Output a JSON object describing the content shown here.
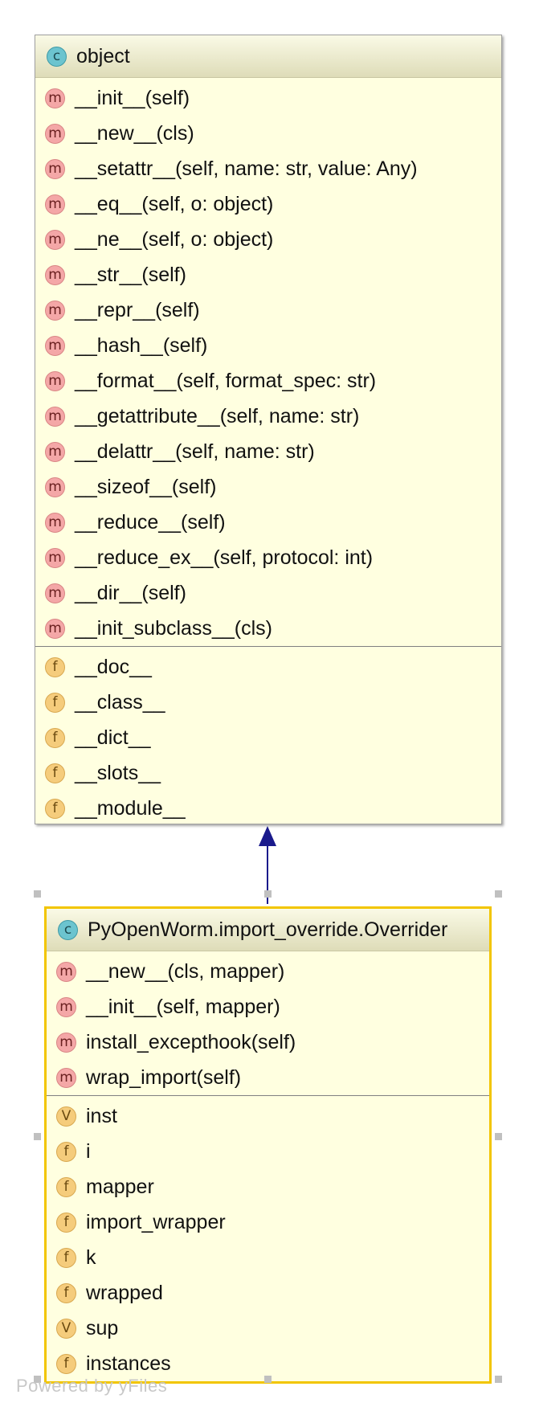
{
  "diagram": {
    "classes": [
      {
        "name": "object",
        "kind": "C",
        "methods": [
          "__init__(self)",
          "__new__(cls)",
          "__setattr__(self, name: str, value: Any)",
          "__eq__(self, o: object)",
          "__ne__(self, o: object)",
          "__str__(self)",
          "__repr__(self)",
          "__hash__(self)",
          "__format__(self, format_spec: str)",
          "__getattribute__(self, name: str)",
          "__delattr__(self, name: str)",
          "__sizeof__(self)",
          "__reduce__(self)",
          "__reduce_ex__(self, protocol: int)",
          "__dir__(self)",
          "__init_subclass__(cls)"
        ],
        "fields": [
          {
            "kind": "f",
            "name": "__doc__"
          },
          {
            "kind": "f",
            "name": "__class__"
          },
          {
            "kind": "f",
            "name": "__dict__"
          },
          {
            "kind": "f",
            "name": "__slots__"
          },
          {
            "kind": "f",
            "name": "__module__"
          }
        ]
      },
      {
        "name": "PyOpenWorm.import_override.Overrider",
        "kind": "C",
        "methods": [
          "__new__(cls, mapper)",
          "__init__(self, mapper)",
          "install_excepthook(self)",
          "wrap_import(self)"
        ],
        "fields": [
          {
            "kind": "V",
            "name": "inst"
          },
          {
            "kind": "f",
            "name": "i"
          },
          {
            "kind": "f",
            "name": "mapper"
          },
          {
            "kind": "f",
            "name": "import_wrapper"
          },
          {
            "kind": "f",
            "name": "k"
          },
          {
            "kind": "f",
            "name": "wrapped"
          },
          {
            "kind": "V",
            "name": "sup"
          },
          {
            "kind": "f",
            "name": "instances"
          }
        ]
      }
    ],
    "badge_letters": {
      "class": "C",
      "method": "m",
      "field": "f",
      "variable": "V"
    },
    "colors": {
      "box_fill": "#ffffe0",
      "selection_border": "#f2c500",
      "inheritance_arrow": "#1a1a8c",
      "method_badge": "#f4a7a7",
      "field_badge": "#f5cc7c",
      "class_badge": "#6cc4cf"
    },
    "watermark": "Powered by yFiles"
  }
}
